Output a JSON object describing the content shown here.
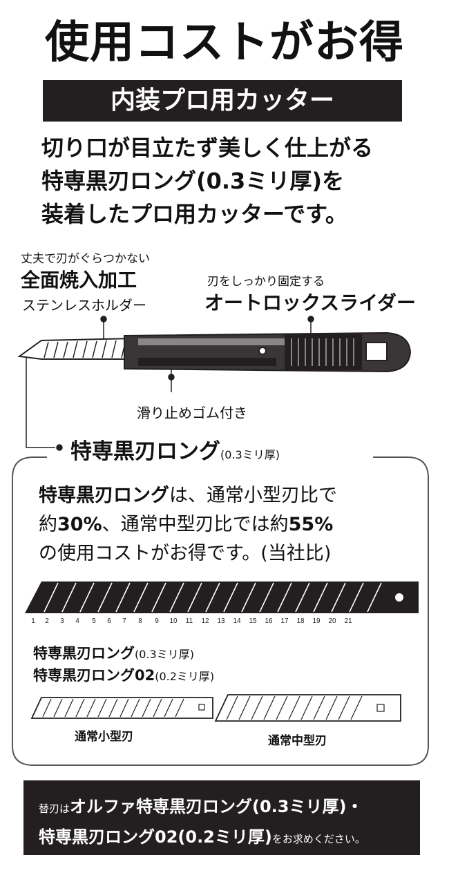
{
  "headline": "使用コストがお得",
  "subheadline": "内装プロ用カッター",
  "intro": [
    "切り口が目立たず美しく仕上がる",
    "特専黒刃ロング(0.3ミリ厚)を",
    "装着したプロ用カッターです。"
  ],
  "callouts": {
    "holder_small": "丈夫で刃がぐらつかない",
    "holder_big": "全面焼入加工",
    "holder_sub": "ステンレスホルダー",
    "slider_small": "刃をしっかり固定する",
    "slider_big": "オートロックスライダー",
    "grip": "滑り止めゴム付き"
  },
  "box": {
    "title": "特専黒刃ロング",
    "title_thickness": "(0.3ミリ厚)",
    "line1_bold": "特専黒刃ロング",
    "line1_rest": "は、通常小型刃比で",
    "line2_a": "約",
    "line2_pct1": "30%",
    "line2_b": "、通常中型刃比では約",
    "line2_pct2": "55%",
    "line3": "の使用コストがお得です。(当社比)",
    "segment_numbers": [
      "1",
      "2",
      "3",
      "4",
      "5",
      "6",
      "7",
      "8",
      "9",
      "10",
      "11",
      "12",
      "13",
      "14",
      "15",
      "16",
      "17",
      "18",
      "19",
      "20",
      "21"
    ],
    "blade1_name": "特専黒刃ロング",
    "blade1_thick": "(0.3ミリ厚)",
    "blade2_name": "特専黒刃ロング02",
    "blade2_thick": "(0.2ミリ厚)",
    "small_blade_label": "通常小型刃",
    "medium_blade_label": "通常中型刃"
  },
  "footer": {
    "l1_small": "替刃は",
    "l1_big": "オルファ特専黒刃ロング(0.3ミリ厚)・",
    "l2_big": "特専黒刃ロング02(0.2ミリ厚)",
    "l2_small": "をお求めください。"
  },
  "colors": {
    "ink": "#231f20",
    "paper": "#ffffff",
    "outline": "#555555"
  }
}
